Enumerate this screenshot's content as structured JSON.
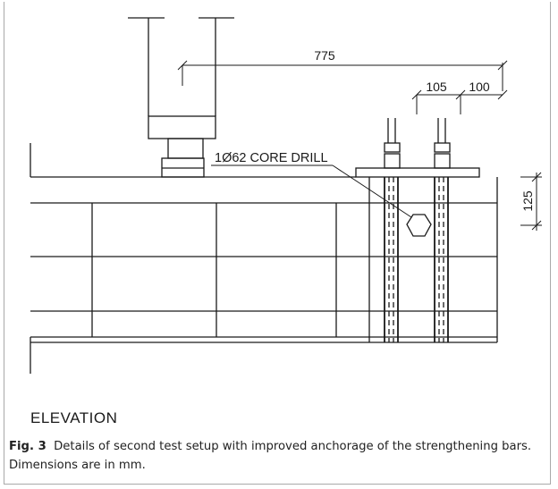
{
  "drawing": {
    "dimensions": {
      "span": "775",
      "spacing_1": "105",
      "spacing_2": "100",
      "depth": "125"
    },
    "annotation": "1Ø62 CORE DRILL",
    "view_label": "ELEVATION"
  },
  "caption": {
    "label": "Fig. 3",
    "text": "Details of second test setup with improved anchorage of the strengthening bars. Dimensions are in mm."
  }
}
